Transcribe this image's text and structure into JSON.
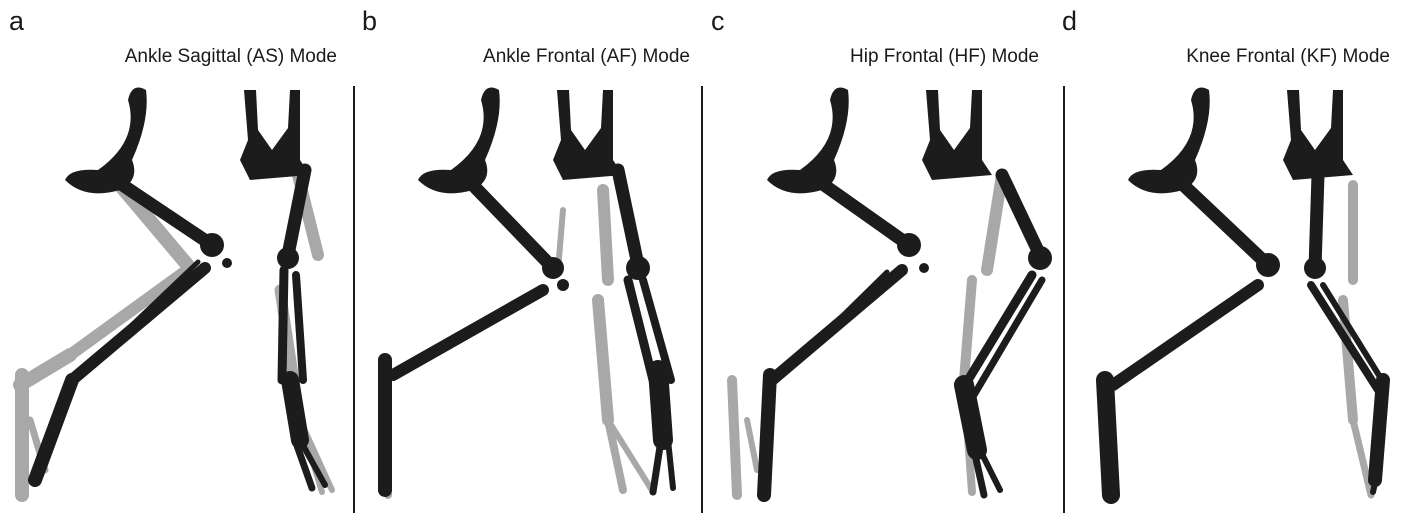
{
  "colors": {
    "active": "#1c1c1c",
    "reference": "#a8a8a8",
    "background": "#ffffff"
  },
  "panels": [
    {
      "label": "a",
      "title": "Ankle Sagittal (AS) Mode"
    },
    {
      "label": "b",
      "title": "Ankle Frontal (AF) Mode"
    },
    {
      "label": "c",
      "title": "Hip Frontal (HF) Mode"
    },
    {
      "label": "d",
      "title": "Knee Frontal (KF) Mode"
    }
  ]
}
